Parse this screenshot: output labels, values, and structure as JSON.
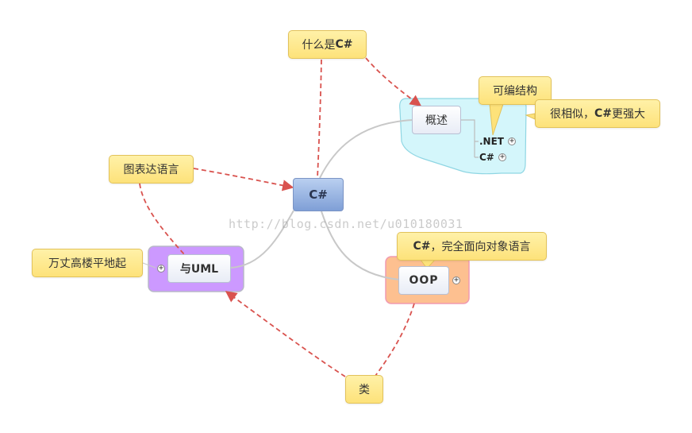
{
  "central": {
    "label": "C#"
  },
  "topics": {
    "overview": {
      "label": "概述"
    },
    "oop": {
      "label": "OOP"
    },
    "uml": {
      "label": "与UML"
    }
  },
  "subtopics": {
    "dotnet": {
      "label": ".NET"
    },
    "csharp": {
      "label": "C#"
    }
  },
  "callouts": {
    "what_is": {
      "prefix": "什么是",
      "bold": "C#"
    },
    "compiled_structure": {
      "text": "可编结构"
    },
    "similar": {
      "prefix": "很相似，",
      "bold": "C#",
      "suffix": "更强大"
    },
    "chart_language": {
      "text": "图表达语言"
    },
    "tall_buildings": {
      "text": "万丈高楼平地起"
    },
    "oop_note": {
      "bold": "C#",
      "suffix": "，完全面向对象语言"
    },
    "class": {
      "text": "类"
    }
  },
  "expand_symbol": "+",
  "watermark": "http://blog.csdn.net/u010180031",
  "colors": {
    "overview_boundary": "#d4f6fb",
    "oop_boundary": "#fdc090",
    "uml_boundary": "#cc99ff",
    "relation_line": "#d9534f",
    "branch_line": "#c8c8c8"
  }
}
